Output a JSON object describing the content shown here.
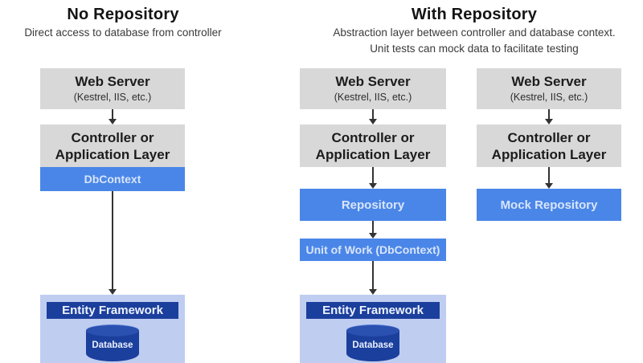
{
  "headers": {
    "no_repository": {
      "title": "No Repository",
      "subtitle": "Direct access to database from controller"
    },
    "with_repository": {
      "title": "With Repository",
      "subtitle_line1": "Abstraction layer between controller and database context.",
      "subtitle_line2": "Unit tests can mock data to facilitate testing"
    }
  },
  "columns": {
    "no_repo": {
      "web_server": {
        "title": "Web Server",
        "subtitle": "(Kestrel, IIS, etc.)"
      },
      "controller_line1": "Controller or",
      "controller_line2": "Application Layer",
      "db_context_label": "DbContext",
      "entity_framework_label": "Entity Framework",
      "database_label": "Database"
    },
    "with_repo": {
      "web_server": {
        "title": "Web Server",
        "subtitle": "(Kestrel, IIS, etc.)"
      },
      "controller_line1": "Controller or",
      "controller_line2": "Application Layer",
      "repository_label": "Repository",
      "unit_of_work_label": "Unit of Work (DbContext)",
      "entity_framework_label": "Entity Framework",
      "database_label": "Database"
    },
    "mock_repo": {
      "web_server": {
        "title": "Web Server",
        "subtitle": "(Kestrel, IIS, etc.)"
      },
      "controller_line1": "Controller or",
      "controller_line2": "Application Layer",
      "mock_repository_label": "Mock Repository"
    }
  },
  "colors": {
    "box_gray": "#d8d8d8",
    "bar_blue": "#4a86e8",
    "panel_light_blue": "#bfcdf0",
    "navy": "#1b3f9c",
    "navy_top": "#2a50b0",
    "arrow": "#333333"
  }
}
